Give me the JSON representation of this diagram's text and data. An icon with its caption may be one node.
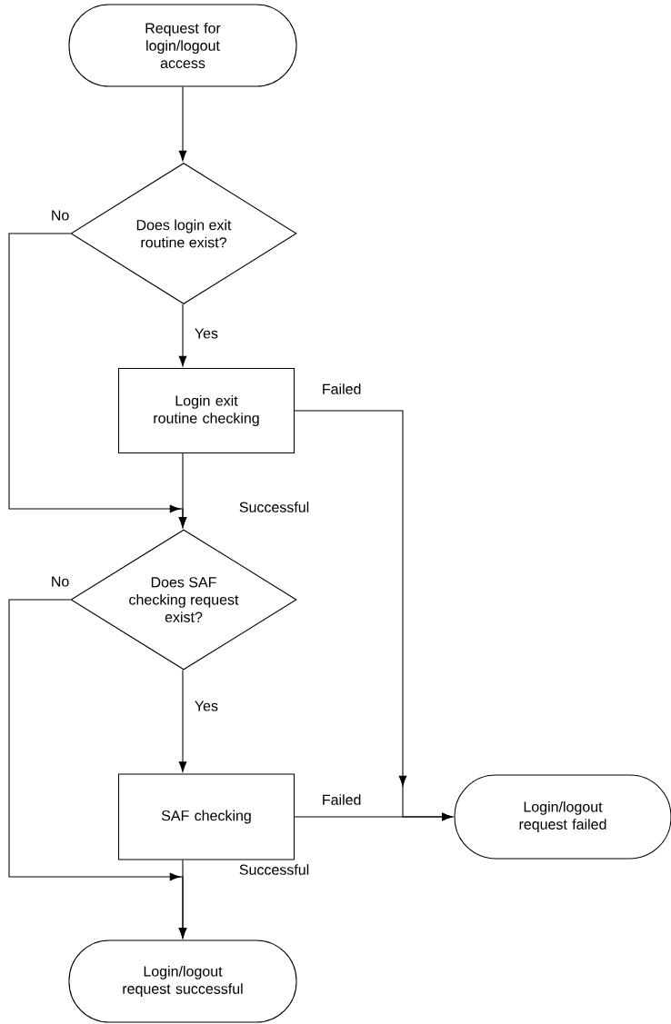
{
  "diagram": {
    "nodes": [
      {
        "text": [
          "Request for login/logout access"
        ]
      },
      {
        "text": [
          "Does login exit routine exist?"
        ]
      },
      {
        "text": [
          "Login exit routine checking"
        ]
      },
      {
        "text": [
          "Does SAF checking request exist?"
        ]
      },
      {
        "text": [
          "SAF checking"
        ]
      },
      {
        "text": [
          "Login/logout request failed"
        ]
      },
      {
        "text": [
          "Login/logout request successful"
        ]
      }
    ],
    "edges": [
      {
        "from": 0,
        "to": 1,
        "arrow": "to"
      },
      {
        "from": 1,
        "to": 2,
        "arrow": "to",
        "label": "Yes"
      },
      {
        "from": 1,
        "to": 3,
        "arrow": "to",
        "label": "No"
      },
      {
        "from": 2,
        "to": 3,
        "arrow": "to",
        "label": "Successful"
      },
      {
        "from": 2,
        "to": 5,
        "arrow": "to",
        "label": "Failed"
      },
      {
        "from": 3,
        "to": 4,
        "arrow": "to",
        "label": "Yes"
      },
      {
        "from": 3,
        "to": 6,
        "arrow": "to",
        "label": "No"
      },
      {
        "from": 4,
        "to": 6,
        "arrow": "to",
        "label": "Successful"
      },
      {
        "from": 4,
        "to": 5,
        "arrow": "to",
        "label": "Failed"
      }
    ]
  }
}
